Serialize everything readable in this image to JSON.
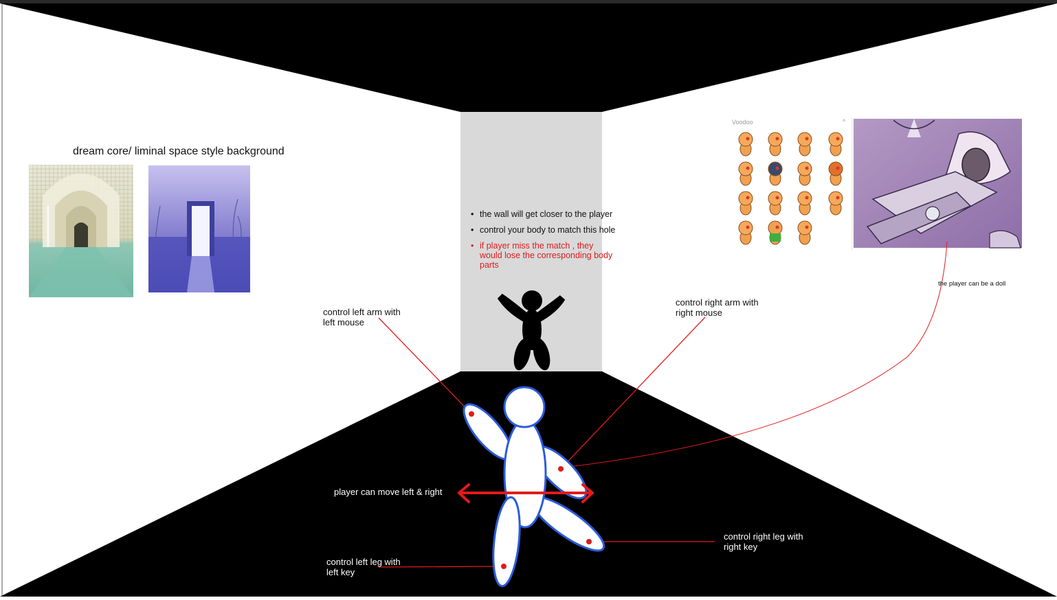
{
  "background_title": "dream core/ liminal space style background",
  "wall_notes": [
    "the wall will get closer to the player",
    "control your body to match this hole",
    "if player miss the match , they\nwould lose the corresponding body\nparts"
  ],
  "labels": {
    "left_arm": "control left arm with\nleft mouse",
    "right_arm": "control right arm with\nright mouse",
    "move": "player can move left & right",
    "left_leg": "control left leg with\nleft key",
    "right_leg": "control right leg with\nright key",
    "doll": "the player can be a doll"
  },
  "sticker_panel": {
    "title": "Voodoo",
    "caret": "^",
    "sticker_count": 15
  },
  "icons": {
    "left_image": "tiled-corridor-with-water-image",
    "right_image": "door-in-purple-field-image",
    "doll_image": "doll-lying-in-bed-image",
    "stickers": "voodoo-doll-sticker-icon",
    "figure": "stick-figure-hole-icon",
    "player": "player-ragdoll-figure-icon"
  },
  "colors": {
    "room_black": "#000000",
    "wall_grey": "#d9d9d9",
    "annotation_red": "#e01b1b",
    "body_outline": "#2b5cdc"
  }
}
